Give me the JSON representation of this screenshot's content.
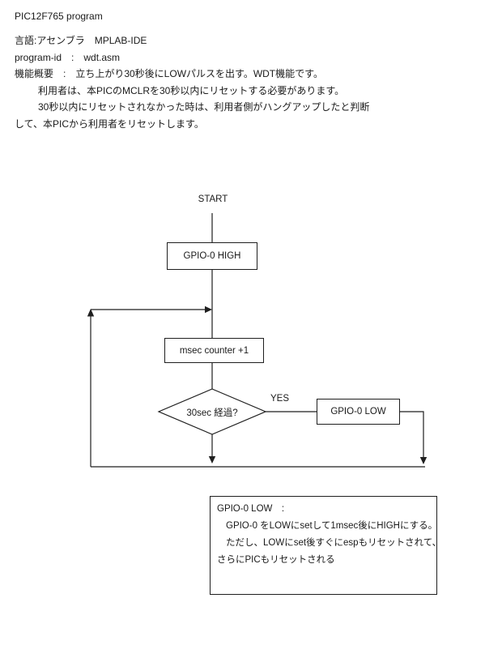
{
  "document": {
    "title": "PIC12F765 program",
    "header_lines": [
      "言語:アセンブラ　MPLAB-IDE",
      "program-id　:　wdt.asm",
      "機能概要　:　立ち上がり30秒後にLOWパルスを出す。WDT機能です。",
      "利用者は、本PICのMCLRを30秒以内にリセットする必要があります。",
      "30秒以内にリセットされなかった時は、利用者側がハングアップしたと判断",
      "して、本PICから利用者をリセットします。"
    ]
  },
  "flowchart": {
    "start_label": "START",
    "gpio_high_label": "GPIO-0 HIGH",
    "msec_counter_label": "msec counter +1",
    "decision_label": "30sec 経過?",
    "yes_label": "YES",
    "gpio_low_label": "GPIO-0 LOW"
  },
  "note": {
    "lines": [
      "GPIO-0 LOW　:",
      "GPIO-0 をLOWにsetして1msec後にHIGHにする。",
      "ただし、LOWにset後すぐにespもリセットされて、",
      "さらにPICもリセットされる"
    ]
  },
  "colors": {
    "text": "#1a1a1a",
    "line": "#1f1f1f",
    "background": "#ffffff"
  }
}
